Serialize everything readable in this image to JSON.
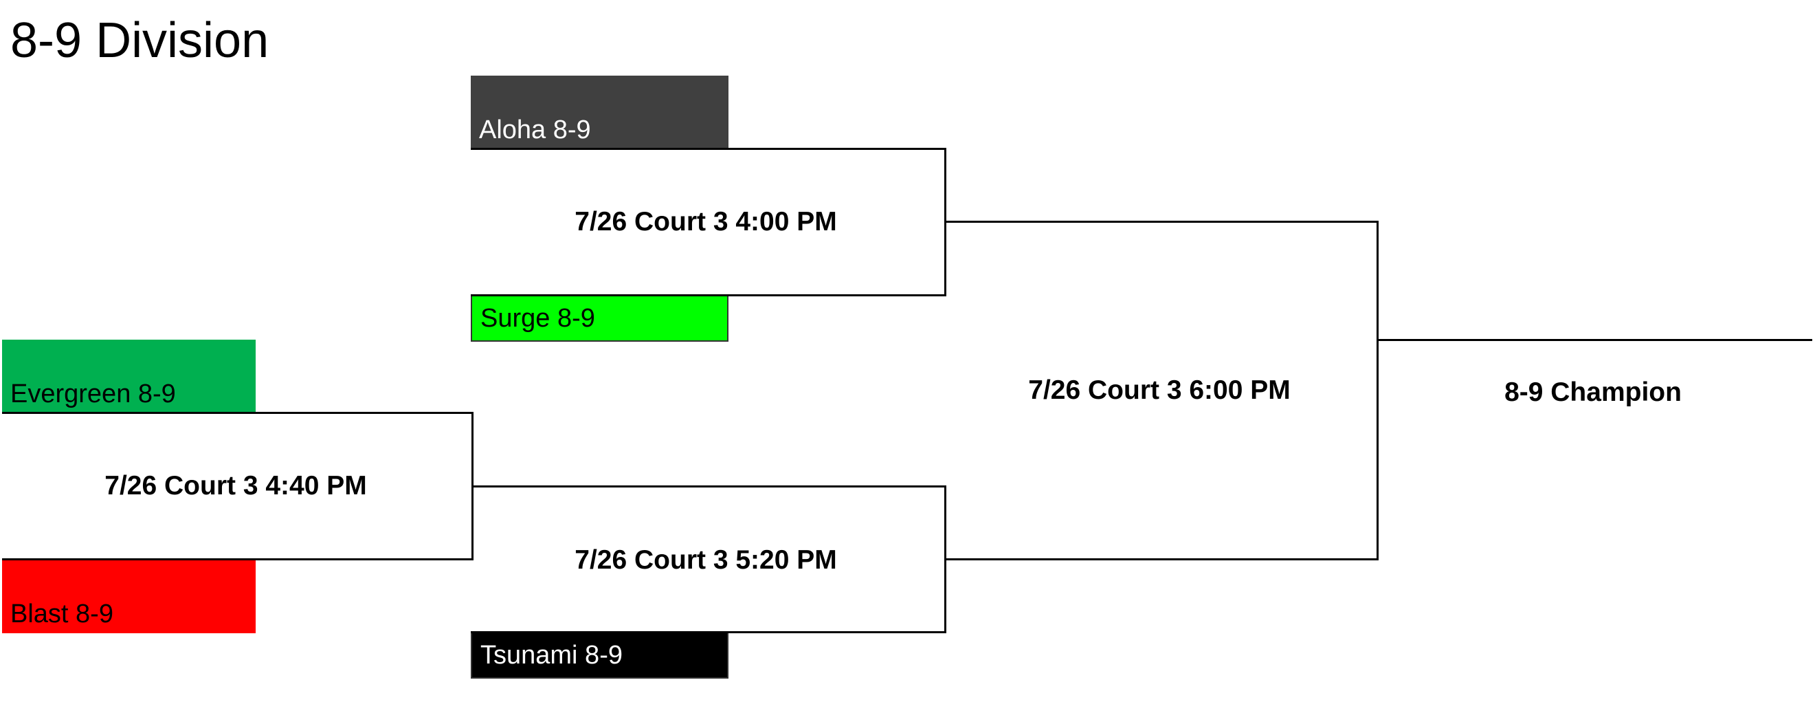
{
  "title": "8-9 Division",
  "teams": {
    "aloha": {
      "name": "Aloha 8-9",
      "bg": "#404040",
      "fg": "#ffffff"
    },
    "surge": {
      "name": "Surge 8-9",
      "bg": "#00ff00",
      "fg": "#000000"
    },
    "evergreen": {
      "name": "Evergreen 8-9",
      "bg": "#00b050",
      "fg": "#000000"
    },
    "blast": {
      "name": "Blast 8-9",
      "bg": "#ff0000",
      "fg": "#000000"
    },
    "tsunami": {
      "name": "Tsunami 8-9",
      "bg": "#000000",
      "fg": "#ffffff"
    }
  },
  "games": {
    "game_a": "7/26 Court 3 4:00 PM",
    "game_b": "7/26 Court 3 4:40 PM",
    "game_c": "7/26 Court 3 5:20 PM",
    "final": "7/26 Court 3 6:00 PM"
  },
  "champion": "8-9 Champion"
}
